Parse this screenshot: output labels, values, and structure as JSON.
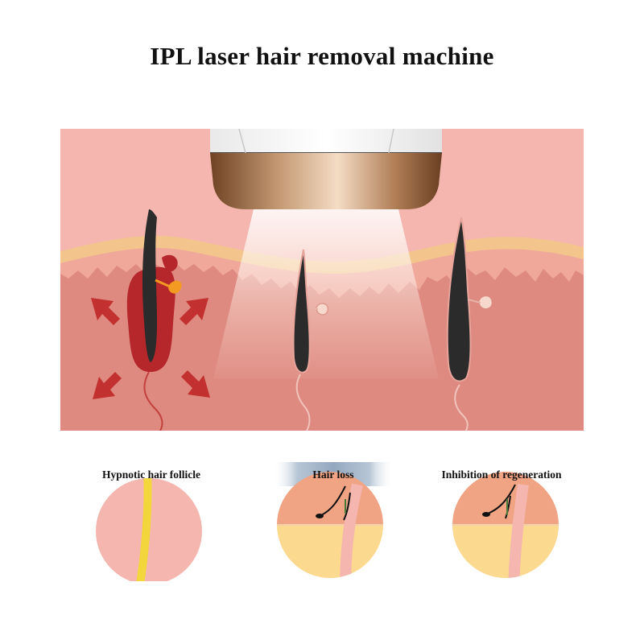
{
  "title": "IPL laser hair removal machine",
  "stages": [
    {
      "label": "Hypnotic hair follicle"
    },
    {
      "label": "Hair loss"
    },
    {
      "label": "Inhibition of regeneration"
    }
  ],
  "colors": {
    "skin_upper": "#f4b6ae",
    "skin_dermis": "#df8a80",
    "epidermis_band": "#f3c58d",
    "hair": "#2b2b2b",
    "follicle_heated": "#b5272b",
    "arrow": "#c2302f",
    "light_beam": "#fff3ea",
    "device_band": "#9a6a45",
    "stage_top_layer": "#f0a483",
    "stage_bottom_layer": "#fbd98e",
    "hypnotic_yellow": "#f2d63c"
  },
  "icons": [
    "ipl-device-icon",
    "heat-arrow-icon",
    "sebaceous-gland-icon"
  ]
}
